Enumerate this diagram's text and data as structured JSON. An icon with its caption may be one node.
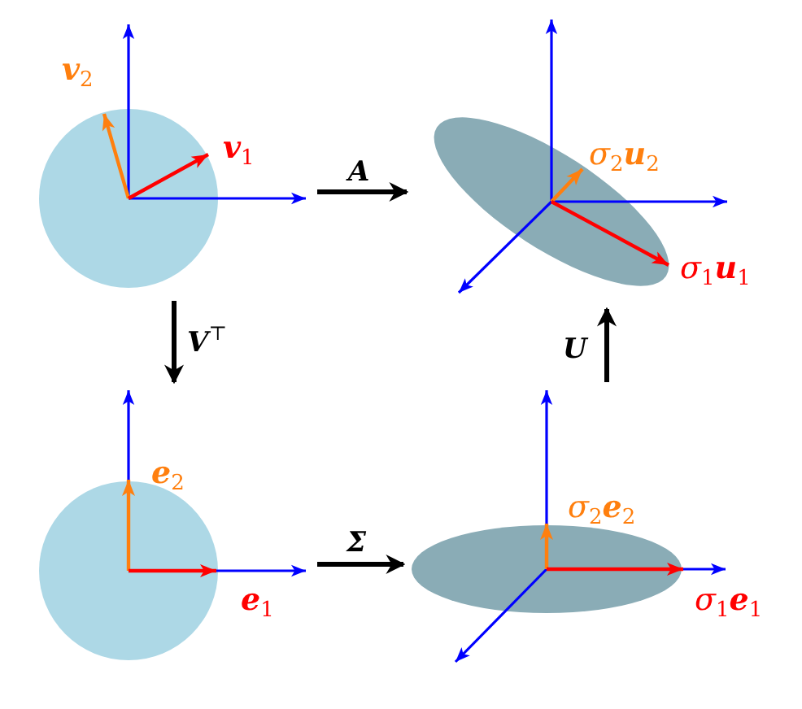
{
  "diagram": {
    "nodes": [
      {
        "text": [],
        "shape": "circle"
      },
      {
        "text": [],
        "shape": "ellipse"
      },
      {
        "text": [],
        "shape": "circle"
      },
      {
        "text": [],
        "shape": "ellipse"
      }
    ],
    "edges": [
      {
        "from": 0,
        "to": 1,
        "arrow": "to",
        "label": "A"
      },
      {
        "from": 0,
        "to": 2,
        "arrow": "to",
        "label": "V$^{⊤}$"
      },
      {
        "from": 2,
        "to": 3,
        "arrow": "to",
        "label": "Σ"
      },
      {
        "from": 3,
        "to": 1,
        "arrow": "to",
        "label": "U"
      }
    ],
    "labels": [
      "**v**$_{2}$",
      "**v**$_{1}$",
      "σ$_{2}$**u**$_{2}$",
      "σ$_{1}$**u**$_{1}$",
      "**e**$_{2}$",
      "**e**$_{1}$",
      "σ$_{2}$**e**$_{2}$",
      "σ$_{1}$**e**$_{1}$"
    ]
  }
}
